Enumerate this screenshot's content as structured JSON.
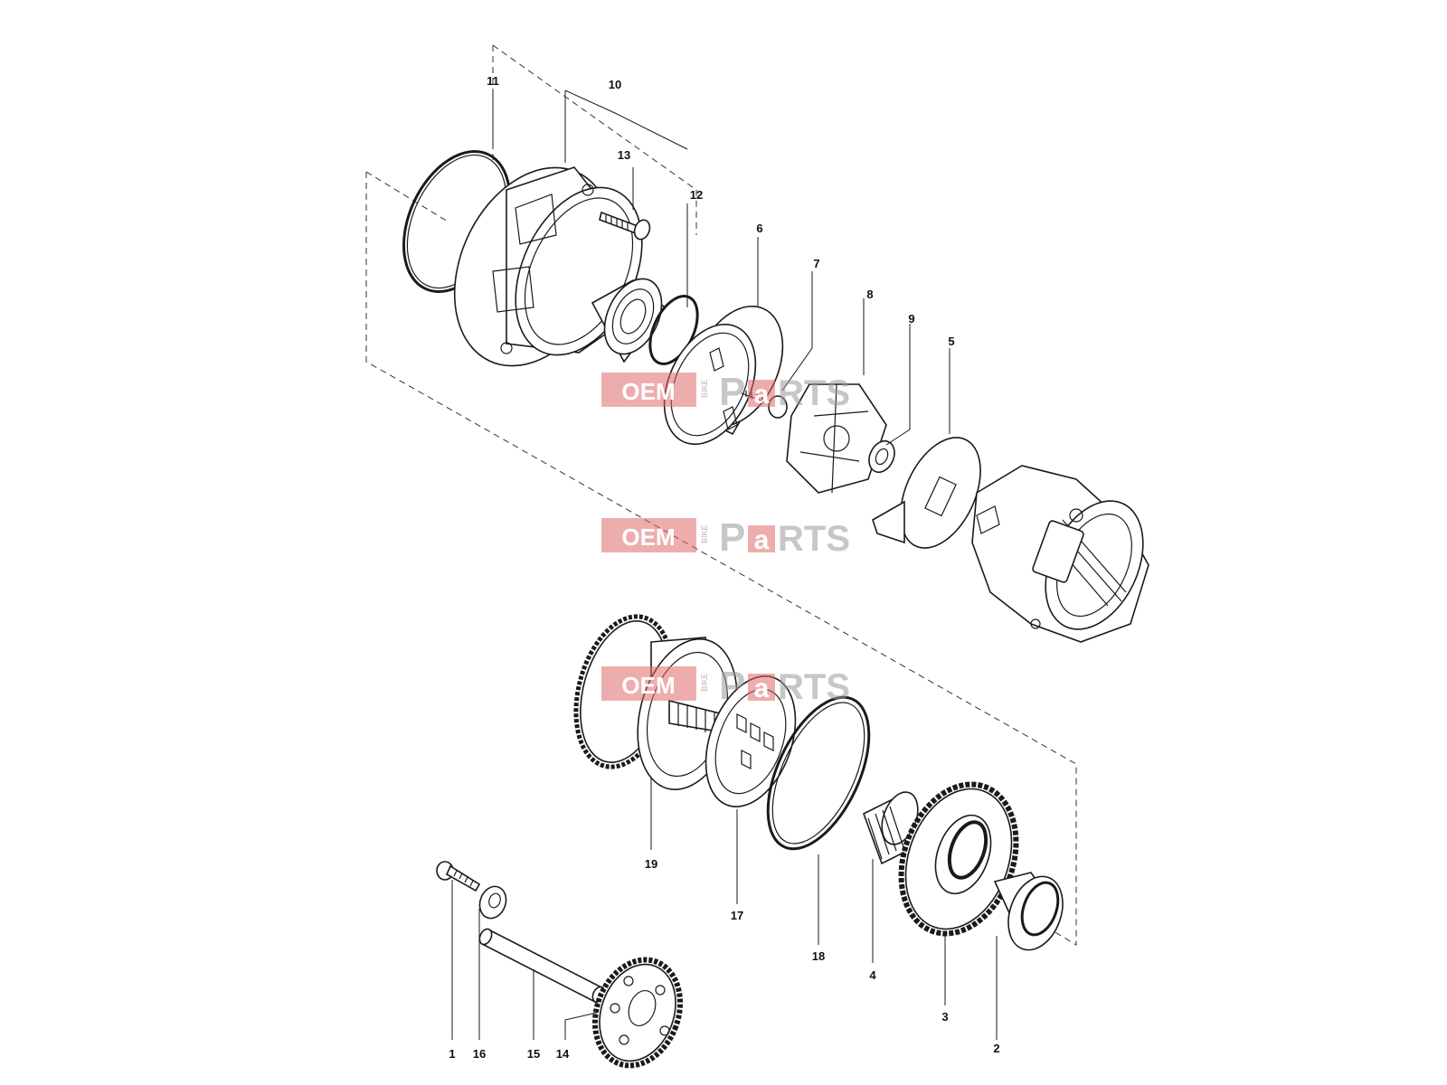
{
  "callouts": {
    "c1": "1",
    "c2": "2",
    "c3": "3",
    "c4": "4",
    "c5": "5",
    "c6": "6",
    "c7": "7",
    "c8": "8",
    "c9": "9",
    "c10": "10",
    "c11": "11",
    "c12": "12",
    "c13": "13",
    "c14": "14",
    "c15": "15",
    "c16": "16",
    "c17": "17",
    "c18": "18",
    "c19": "19"
  },
  "watermark": {
    "oem": "OEM",
    "side": "BIKE",
    "p": "P",
    "a": "a",
    "rts": "RTS"
  },
  "colors": {
    "line": "#1a1a1a",
    "watermark_red": "#e06a6a",
    "watermark_grey": "#9a9a9a",
    "background": "#ffffff"
  }
}
